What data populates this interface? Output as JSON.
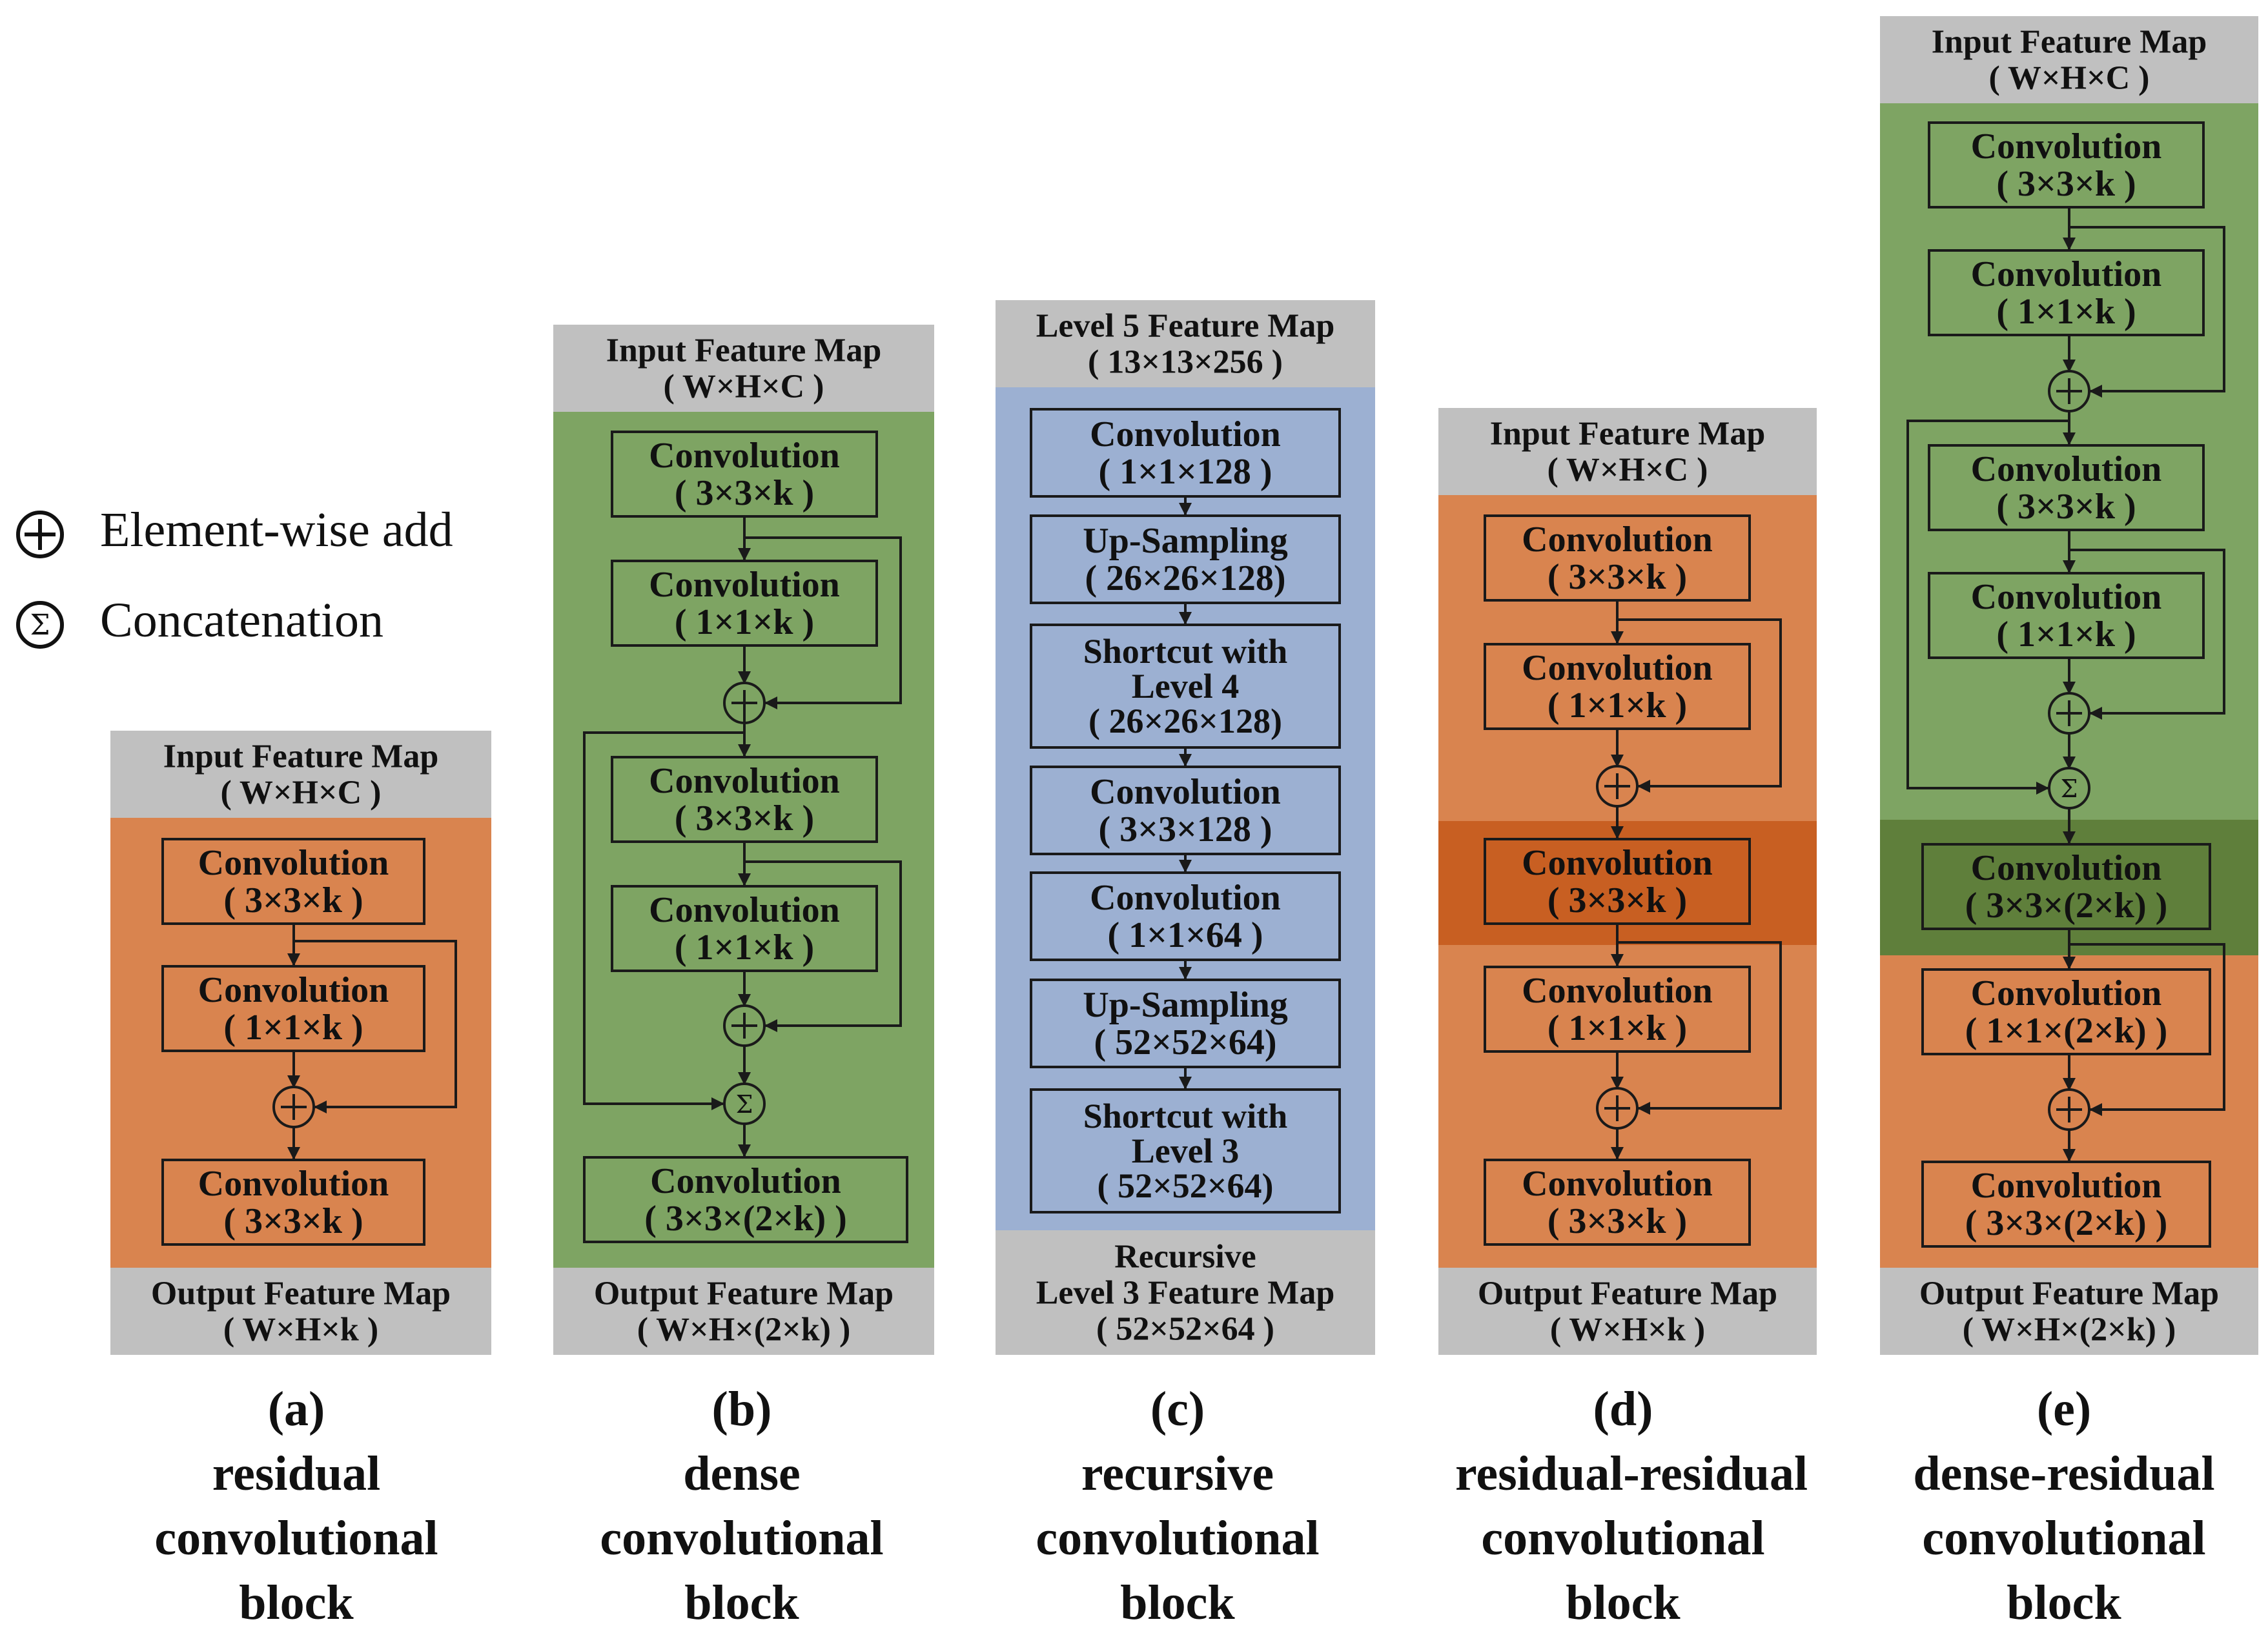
{
  "legend": {
    "add_label": "Element-wise add",
    "concat_label": "Concatenation",
    "add_symbol": "+",
    "concat_symbol": "Σ"
  },
  "colors": {
    "gray": "#c0c0c0",
    "orange": "#d9844f",
    "orange_dark": "#c85f22",
    "green": "#7ea463",
    "green_dark": "#5f7f3b",
    "blue": "#9cb0d2",
    "stroke": "#1a1a1a"
  },
  "blocks": [
    {
      "id": "a",
      "caption": [
        "(a)",
        "residual",
        "convolutional",
        "block"
      ],
      "input": [
        "Input Feature Map",
        "( W×H×C )"
      ],
      "output": [
        "Output Feature Map",
        "( W×H×k )"
      ],
      "boxes": [
        [
          "Convolution",
          "( 3×3×k )"
        ],
        [
          "Convolution",
          "( 1×1×k )"
        ],
        [
          "Convolution",
          "( 3×3×k )"
        ]
      ]
    },
    {
      "id": "b",
      "caption": [
        "(b)",
        "dense",
        "convolutional",
        "block"
      ],
      "input": [
        "Input Feature Map",
        "( W×H×C )"
      ],
      "output": [
        "Output Feature Map",
        "( W×H×(2×k) )"
      ],
      "boxes": [
        [
          "Convolution",
          "( 3×3×k )"
        ],
        [
          "Convolution",
          "( 1×1×k )"
        ],
        [
          "Convolution",
          "( 3×3×k )"
        ],
        [
          "Convolution",
          "( 1×1×k )"
        ],
        [
          "Convolution",
          "( 3×3×(2×k) )"
        ]
      ]
    },
    {
      "id": "c",
      "caption": [
        "(c)",
        "recursive",
        "convolutional",
        "block"
      ],
      "input": [
        "Level 5 Feature Map",
        "( 13×13×256 )"
      ],
      "output": [
        "Recursive",
        "Level 3 Feature Map",
        "( 52×52×64 )"
      ],
      "boxes": [
        [
          "Convolution",
          "( 1×1×128 )"
        ],
        [
          "Up-Sampling",
          "( 26×26×128)"
        ],
        [
          "Shortcut with",
          "Level 4",
          "( 26×26×128)"
        ],
        [
          "Convolution",
          "( 3×3×128 )"
        ],
        [
          "Convolution",
          "( 1×1×64 )"
        ],
        [
          "Up-Sampling",
          "( 52×52×64)"
        ],
        [
          "Shortcut with",
          "Level 3",
          "( 52×52×64)"
        ]
      ]
    },
    {
      "id": "d",
      "caption": [
        "(d)",
        "residual-residual",
        "convolutional",
        "block"
      ],
      "input": [
        "Input Feature Map",
        "( W×H×C )"
      ],
      "output": [
        "Output Feature Map",
        "( W×H×k )"
      ],
      "boxes": [
        [
          "Convolution",
          "( 3×3×k )"
        ],
        [
          "Convolution",
          "( 1×1×k )"
        ],
        [
          "Convolution",
          "( 3×3×k )"
        ],
        [
          "Convolution",
          "( 1×1×k )"
        ],
        [
          "Convolution",
          "( 3×3×k )"
        ]
      ]
    },
    {
      "id": "e",
      "caption": [
        "(e)",
        "dense-residual",
        "convolutional",
        "block"
      ],
      "input": [
        "Input Feature Map",
        "( W×H×C )"
      ],
      "output": [
        "Output Feature Map",
        "( W×H×(2×k) )"
      ],
      "boxes": [
        [
          "Convolution",
          "( 3×3×k )"
        ],
        [
          "Convolution",
          "( 1×1×k )"
        ],
        [
          "Convolution",
          "( 3×3×k )"
        ],
        [
          "Convolution",
          "( 1×1×k )"
        ],
        [
          "Convolution",
          "( 3×3×(2×k) )"
        ],
        [
          "Convolution",
          "( 1×1×(2×k) )"
        ],
        [
          "Convolution",
          "( 3×3×(2×k) )"
        ]
      ]
    }
  ]
}
